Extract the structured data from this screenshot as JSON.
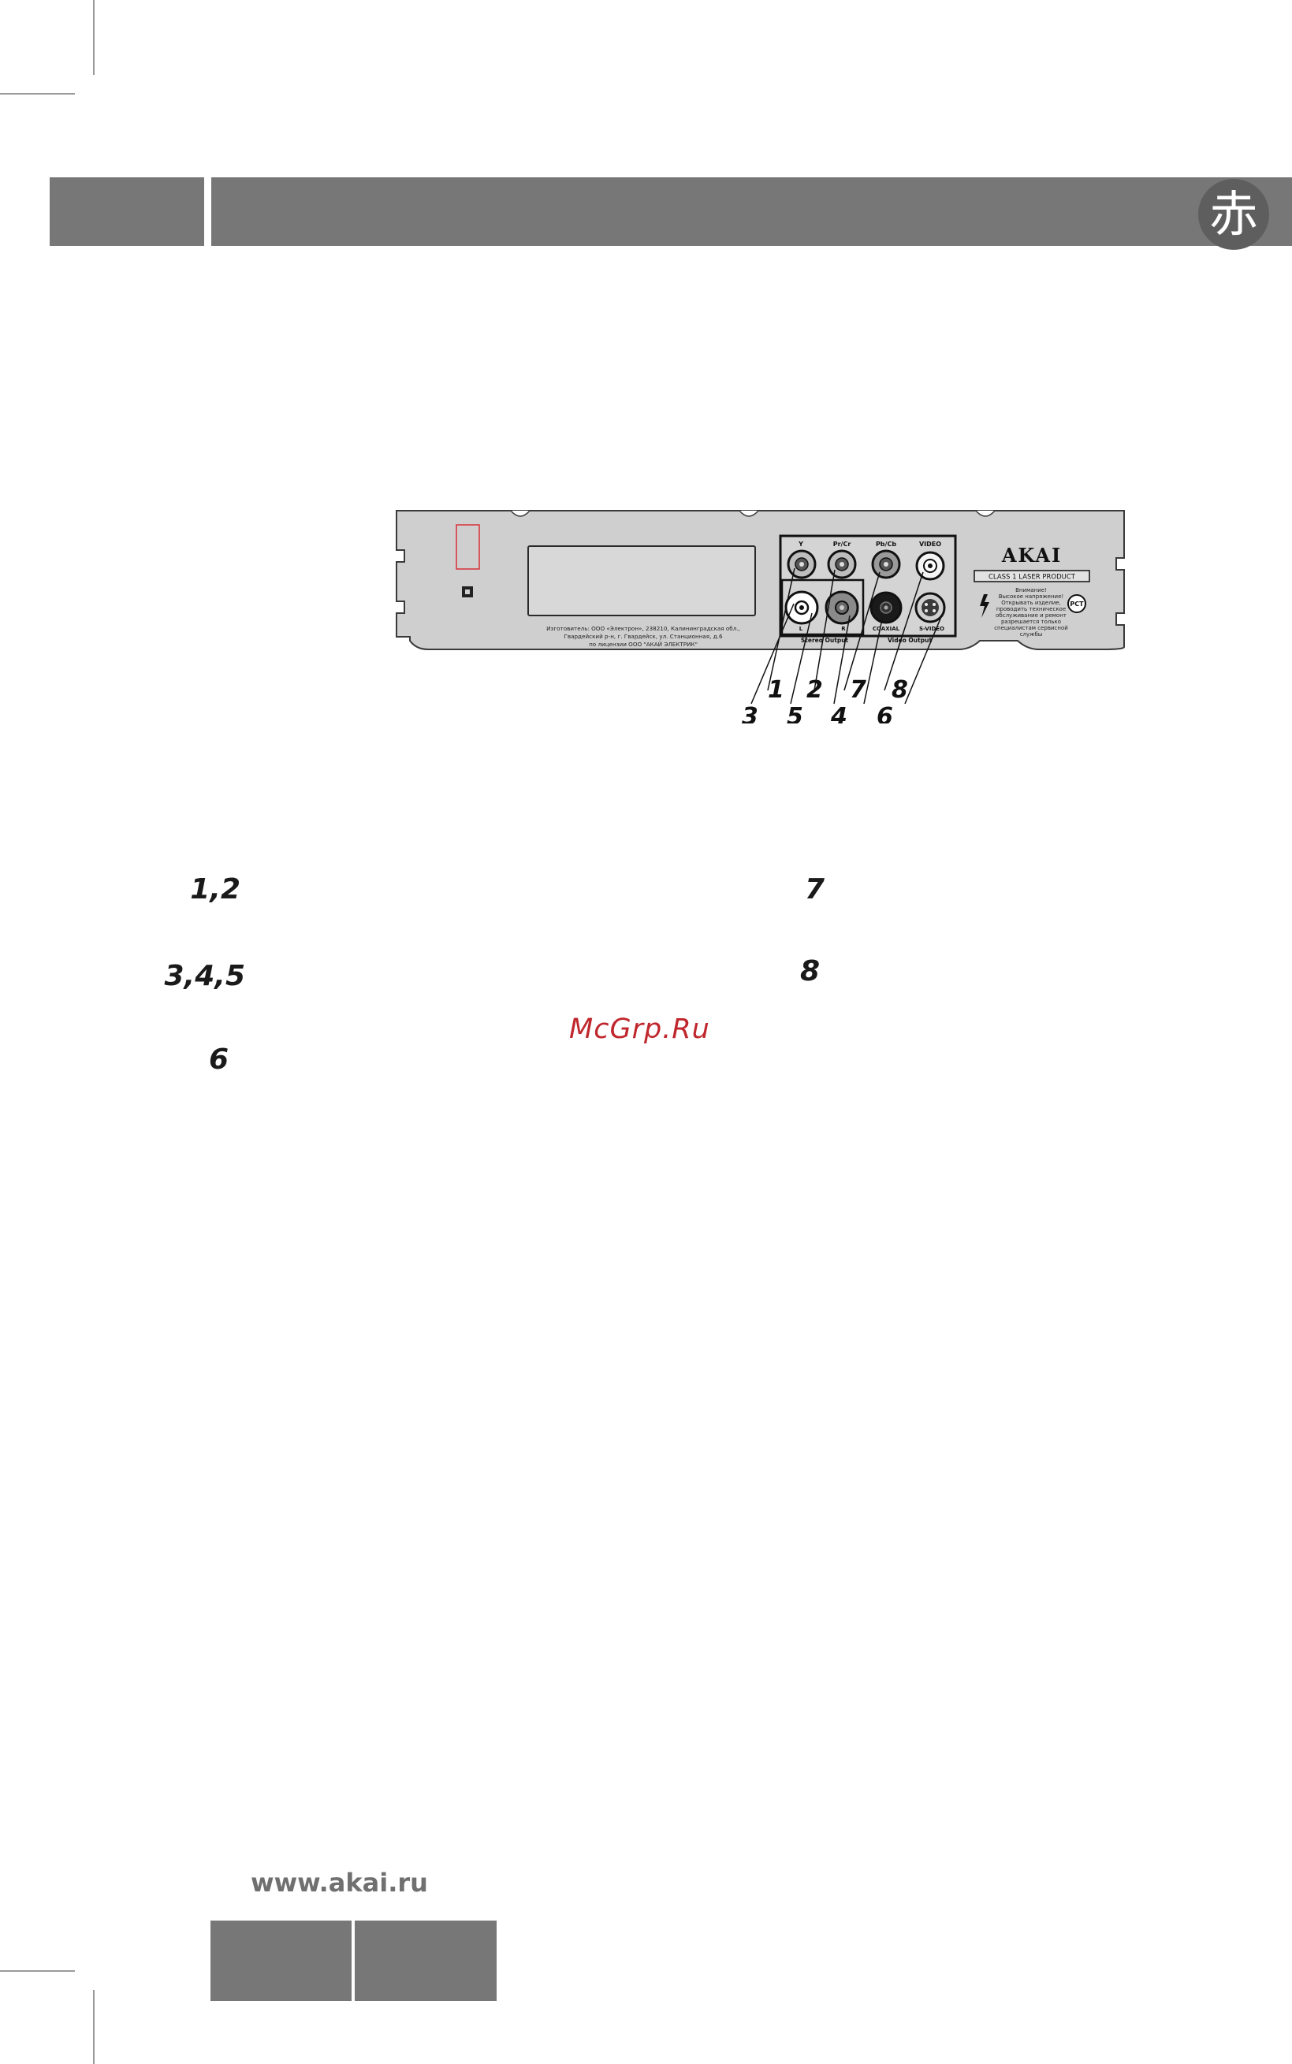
{
  "header": {
    "logo_glyph": "赤",
    "bar_color": "#777777"
  },
  "device": {
    "brand": "AKAI",
    "class_label": "CLASS 1 LASER PRODUCT",
    "jack_labels": {
      "y": "Y",
      "pr": "Pr/Cr",
      "pb": "Pb/Cb",
      "video": "VIDEO",
      "l": "L",
      "r": "R",
      "coaxial": "COAXIAL",
      "svideo": "S-VIDEO"
    },
    "group_labels": {
      "stereo": "Stereo Output",
      "video": "Video Output"
    },
    "manufacturer_lines": [
      "Изготовитель: ООО «Электрон», 238210, Калининградская обл.,",
      "Гвардейский р-н, г. Гвардейск, ул. Станционная, д.6",
      "по лицензии ООО \"АКАЙ ЭЛЕКТРИК\""
    ],
    "warning_lines": [
      "Внимание!",
      "Высокое напряжение!",
      "Открывать изделие,",
      "проводить техническое",
      "обслуживание и ремонт",
      "разрешается только",
      "специалистам сервисной",
      "службы"
    ],
    "cert_mark": "РСТ",
    "callouts": {
      "c1": "1",
      "c2": "2",
      "c7": "7",
      "c8": "8",
      "c3": "3",
      "c5": "5",
      "c4": "4",
      "c6": "6"
    }
  },
  "legend": {
    "left": [
      "1,2",
      "3,4,5",
      "6"
    ],
    "right": [
      "7",
      "8"
    ]
  },
  "watermark": "McGrp.Ru",
  "footer": {
    "website": "www.akai.ru"
  }
}
